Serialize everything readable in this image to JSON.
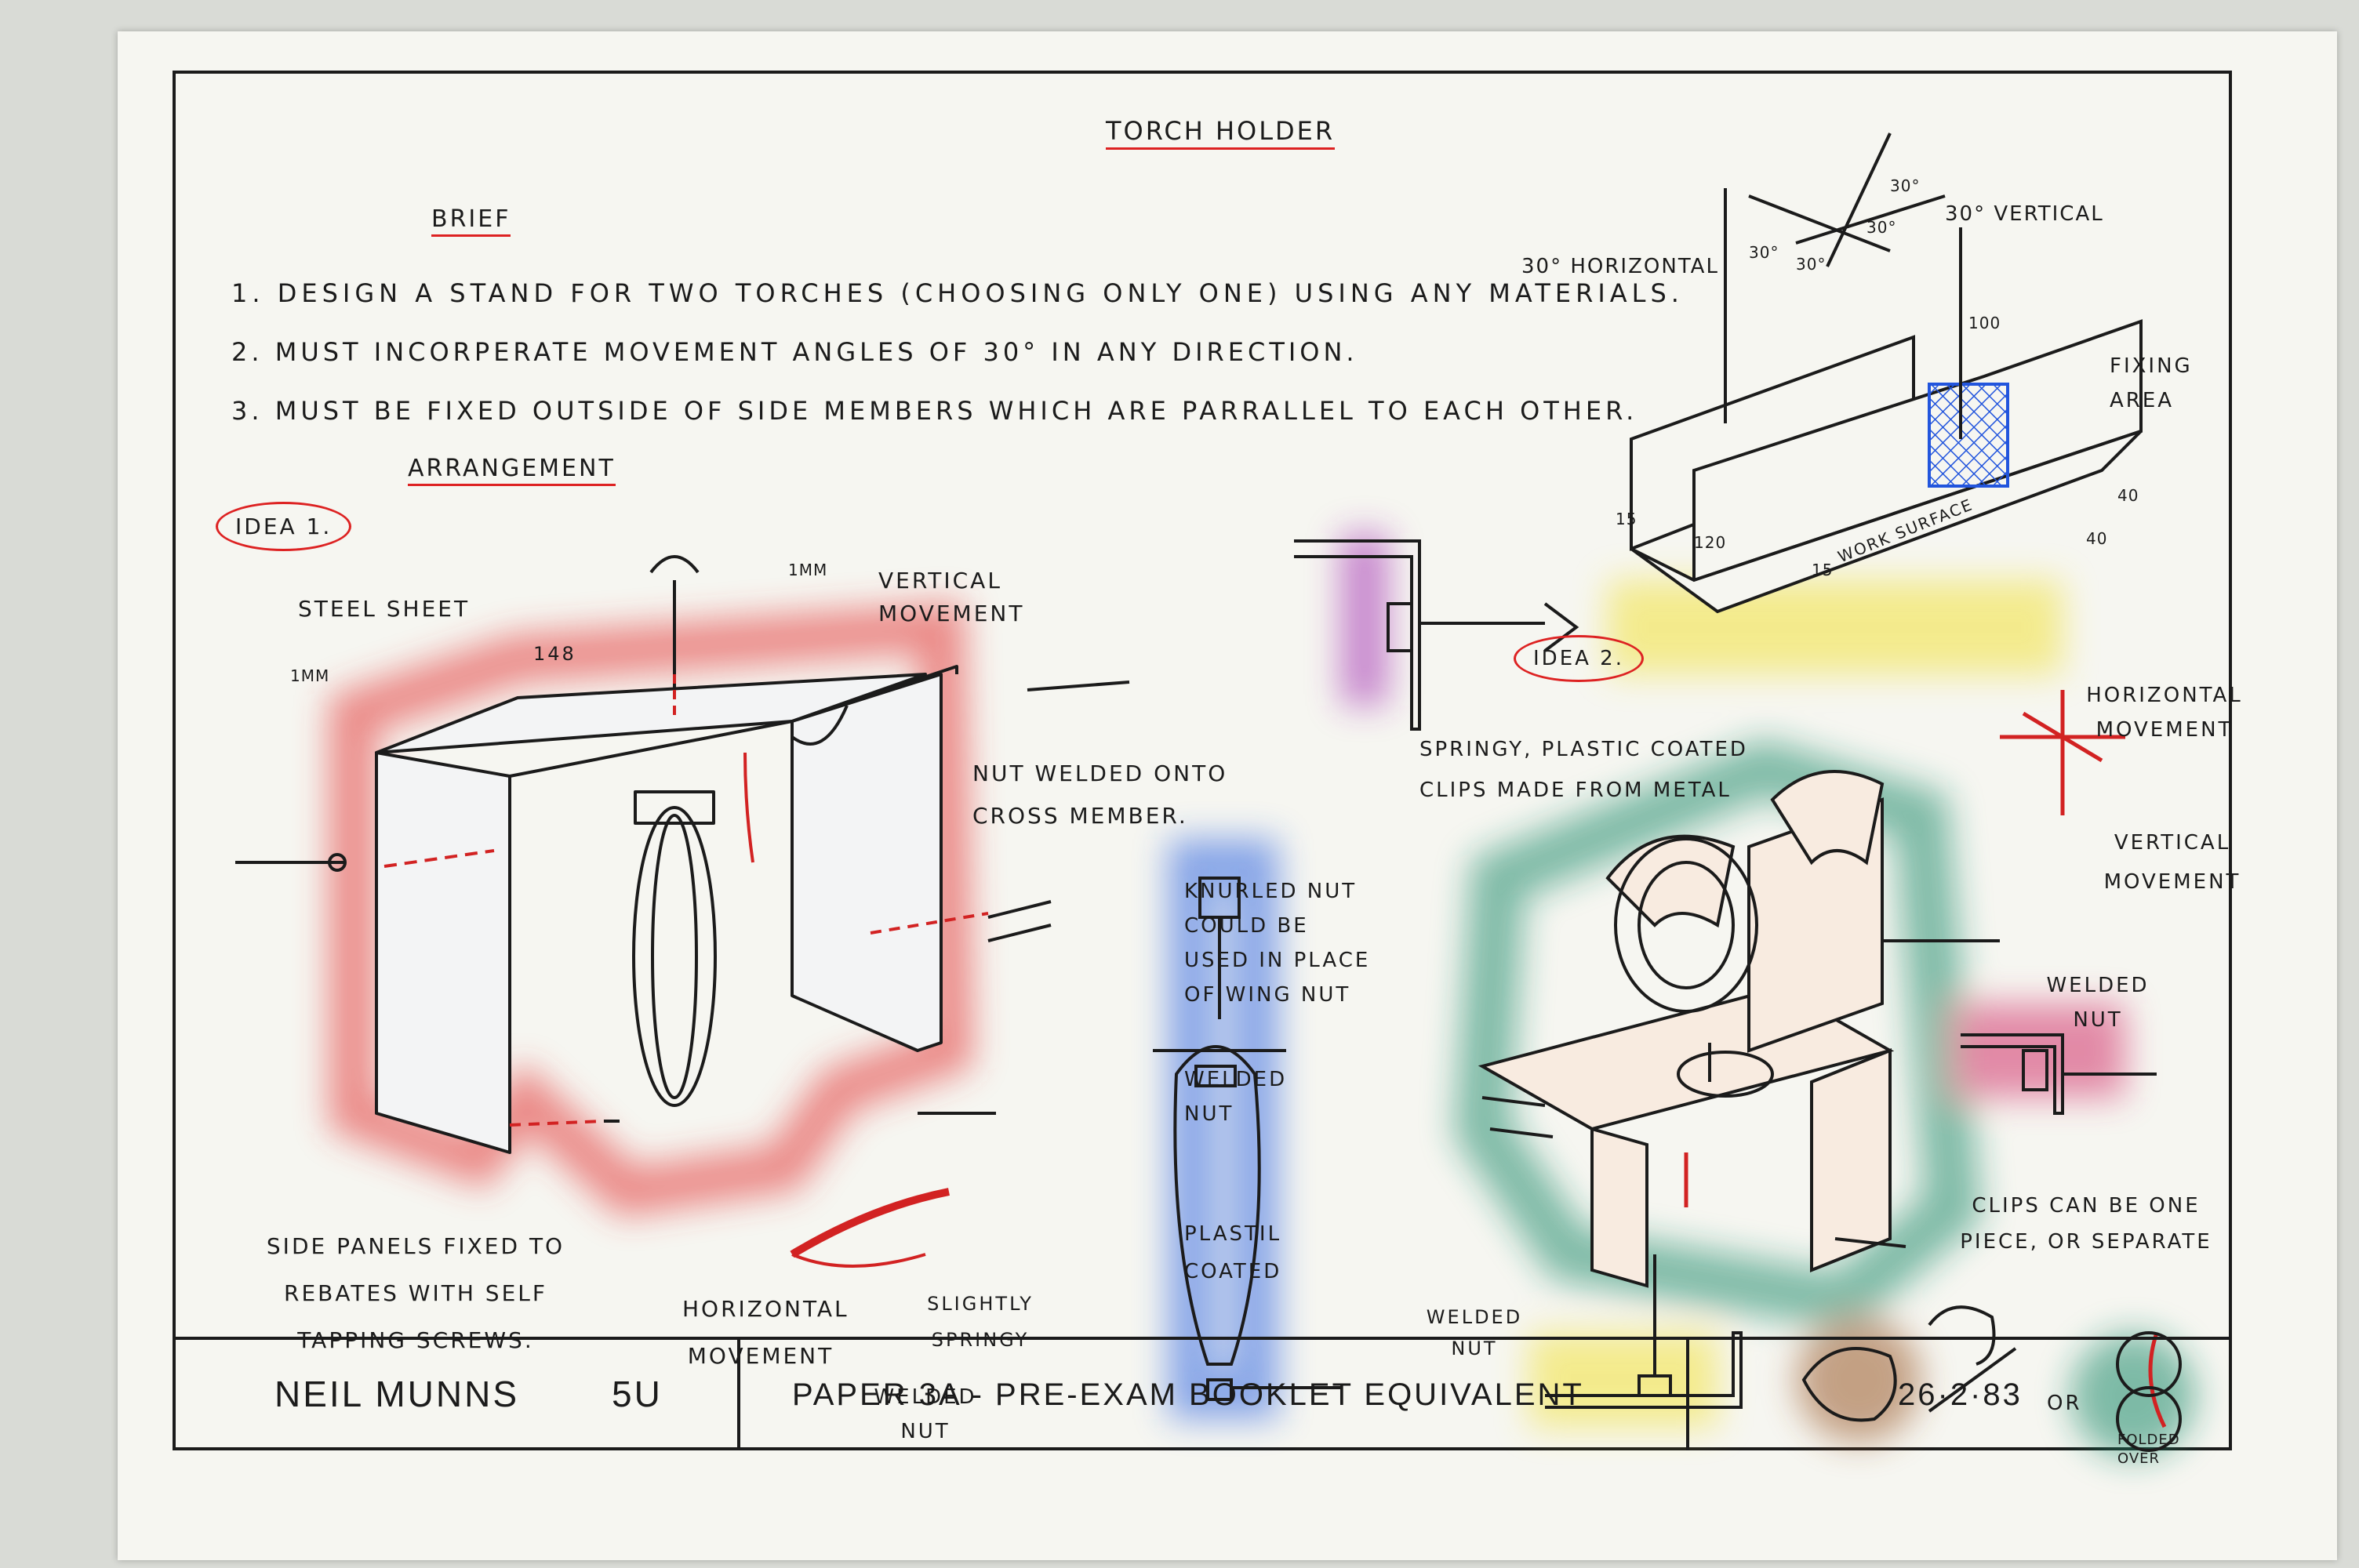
{
  "title": "TORCH HOLDER",
  "brief": {
    "heading": "BRIEF",
    "items": [
      "1. DESIGN A STAND FOR TWO TORCHES (CHOOSING ONLY ONE) USING ANY MATERIALS.",
      "2. MUST INCORPERATE MOVEMENT ANGLES OF 30° IN ANY DIRECTION.",
      "3. MUST BE FIXED OUTSIDE OF SIDE MEMBERS WHICH ARE PARRALLEL TO EACH OTHER."
    ]
  },
  "arrangement": "ARRANGEMENT",
  "idea1": {
    "label": "IDEA 1.",
    "steel_sheet": "STEEL SHEET",
    "dim_1mm_top": "1mm",
    "dim_1mm_left": "1mm",
    "dim_148": "148",
    "vertical_movement": "VERTICAL MOVEMENT",
    "nut_welded": "NUT WELDED ONTO CROSS MEMBER.",
    "side_panels": "SIDE PANELS FIXED TO REBATES WITH SELF TAPPING SCREWS.",
    "horizontal_movement": "HORIZONTAL MOVEMENT"
  },
  "clip_detail": {
    "knurled_nut": "KNURLED NUT COULD BE USED IN PLACE OF WING NUT",
    "welded_nut_1": "WELDED NUT",
    "plastic_coated": "PLASTIL COATED",
    "slightly_springy": "SLIGHTLY SPRINGY",
    "welded_nut_2": "WELDED NUT"
  },
  "fixing_diagram": {
    "horizontal_30": "30° HORIZONTAL",
    "vertical_30": "30° VERTICAL",
    "angle_30a": "30°",
    "angle_30b": "30°",
    "angle_30c": "30°",
    "angle_30d": "30°",
    "fixing_area": "FIXING AREA",
    "dim_100": "100",
    "dim_120": "120",
    "dim_15a": "15",
    "dim_15b": "15",
    "dim_40a": "40",
    "dim_40b": "40",
    "work_surface": "WORK SURFACE"
  },
  "idea2": {
    "label": "IDEA 2.",
    "springy_clips": "SPRINGY, PLASTIC COATED CLIPS MADE FROM METAL",
    "horizontal_movement": "HORIZONTAL MOVEMENT",
    "vertical_movement": "VERTICAL MOVEMENT",
    "welded_nut_right": "WELDED NUT",
    "clips_note": "CLIPS CAN BE ONE PIECE, OR SEPARATE",
    "welded_nut_bottom": "WELDED NUT",
    "or": "OR",
    "folded_over": "FOLDED OVER"
  },
  "title_block": {
    "name": "NEIL MUNNS",
    "form": "5U",
    "paper": "PAPER 3A - PRE-EXAM BOOKLET EQUIVALENT",
    "date": "26·2·83"
  },
  "colors": {
    "ink": "#1b1b1b",
    "red": "#d22222",
    "blue": "#2255dd",
    "green": "#1a8a6a",
    "purple": "#9a2aa8",
    "yellow": "#f2e23a",
    "brown": "#9a5a2a",
    "pink": "#d2336a"
  }
}
